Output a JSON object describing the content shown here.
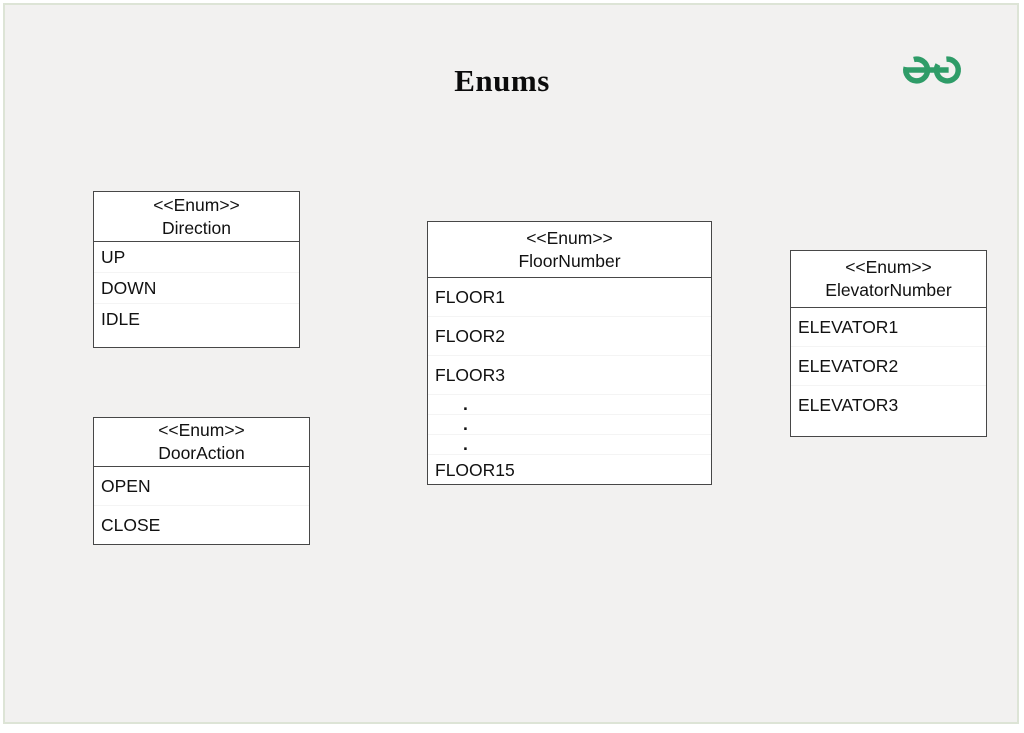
{
  "page": {
    "title": "Enums",
    "background_color": "#f2f1f0",
    "frame_border_color": "#dde4d6"
  },
  "logo": {
    "label": "geeksforgeeks-logo",
    "color": "#2f9c68"
  },
  "enums": [
    {
      "stereotype": "<<Enum>>",
      "name": "Direction",
      "values": [
        "UP",
        "DOWN",
        "IDLE"
      ]
    },
    {
      "stereotype": "<<Enum>>",
      "name": "DoorAction",
      "values": [
        "OPEN",
        "CLOSE"
      ]
    },
    {
      "stereotype": "<<Enum>>",
      "name": "FloorNumber",
      "values": [
        "FLOOR1",
        "FLOOR2",
        "FLOOR3",
        ".",
        ".",
        ".",
        "FLOOR15"
      ]
    },
    {
      "stereotype": "<<Enum>>",
      "name": "ElevatorNumber",
      "values": [
        "ELEVATOR1",
        "ELEVATOR2",
        "ELEVATOR3"
      ]
    }
  ]
}
